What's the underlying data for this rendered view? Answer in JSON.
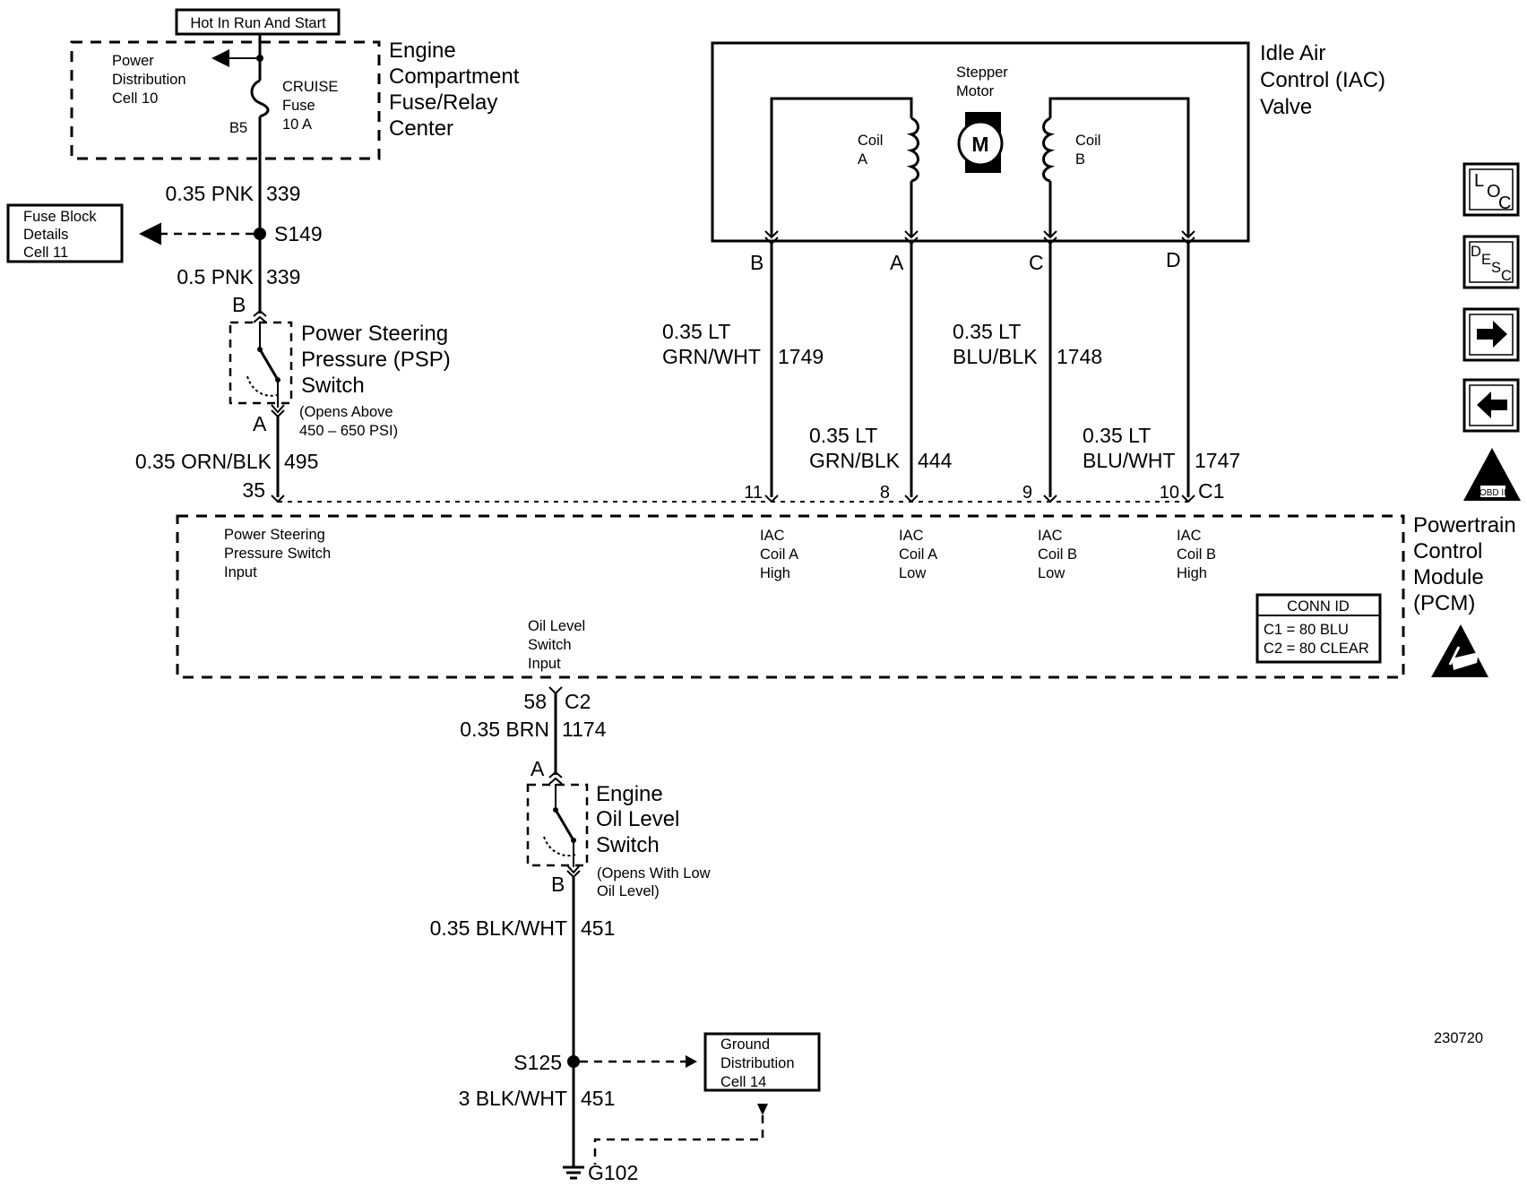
{
  "hot_label": "Hot In Run And Start",
  "fuse_center": {
    "title": [
      "Engine",
      "Compartment",
      "Fuse/Relay",
      "Center"
    ],
    "power_dist": [
      "Power",
      "Distribution",
      "Cell 10"
    ],
    "fuse": [
      "CRUISE",
      "Fuse",
      "10 A"
    ],
    "terminal": "B5"
  },
  "wire_top1": {
    "gauge": "0.35 PNK",
    "circuit": "339"
  },
  "splice_s149": "S149",
  "fuse_block": [
    "Fuse Block",
    "Details",
    "Cell 11"
  ],
  "wire_top2": {
    "gauge": "0.5 PNK",
    "circuit": "339"
  },
  "psp_switch": {
    "pin_top": "B",
    "pin_bottom": "A",
    "title": [
      "Power Steering",
      "Pressure (PSP)",
      "Switch"
    ],
    "note": [
      "(Opens Above",
      "450 – 650 PSI)"
    ]
  },
  "wire_psp": {
    "gauge": "0.35 ORN/BLK",
    "circuit": "495",
    "pin": "35"
  },
  "iac": {
    "title": [
      "Idle Air",
      "Control (IAC)",
      "Valve"
    ],
    "stepper": [
      "Stepper",
      "Motor"
    ],
    "motor_symbol": "M",
    "coil_a": [
      "Coil",
      "A"
    ],
    "coil_b": [
      "Coil",
      "B"
    ],
    "pins": [
      "B",
      "A",
      "C",
      "D"
    ]
  },
  "wire_1749": {
    "gauge1": "0.35 LT",
    "gauge2": "GRN/WHT",
    "circuit": "1749"
  },
  "wire_1748": {
    "gauge1": "0.35 LT",
    "gauge2": "BLU/BLK",
    "circuit": "1748"
  },
  "wire_444": {
    "gauge1": "0.35 LT",
    "gauge2": "GRN/BLK",
    "circuit": "444"
  },
  "wire_1747": {
    "gauge1": "0.35 LT",
    "gauge2": "BLU/WHT",
    "circuit": "1747"
  },
  "pcm_pins": [
    "11",
    "8",
    "9",
    "10"
  ],
  "conn_c1": "C1",
  "pcm": {
    "title": [
      "Powertrain",
      "Control",
      "Module",
      "(PCM)"
    ],
    "psp_input": [
      "Power Steering",
      "Pressure Switch",
      "Input"
    ],
    "iac_a_high": [
      "IAC",
      "Coil A",
      "High"
    ],
    "iac_a_low": [
      "IAC",
      "Coil A",
      "Low"
    ],
    "iac_b_low": [
      "IAC",
      "Coil B",
      "Low"
    ],
    "iac_b_high": [
      "IAC",
      "Coil B",
      "High"
    ],
    "oil_input": [
      "Oil Level",
      "Switch",
      "Input"
    ],
    "conn_id": {
      "title": "CONN ID",
      "c1": "C1 = 80 BLU",
      "c2": "C2 = 80 CLEAR"
    }
  },
  "wire_oil": {
    "pin": "58",
    "conn": "C2",
    "gauge": "0.35 BRN",
    "circuit": "1174"
  },
  "oil_switch": {
    "pin_top": "A",
    "pin_bottom": "B",
    "title": [
      "Engine",
      "Oil Level",
      "Switch"
    ],
    "note": [
      "(Opens With Low",
      "Oil Level)"
    ]
  },
  "wire_451a": {
    "gauge": "0.35 BLK/WHT",
    "circuit": "451"
  },
  "splice_s125": "S125",
  "ground_dist": [
    "Ground",
    "Distribution",
    "Cell 14"
  ],
  "wire_451b": {
    "gauge": "3 BLK/WHT",
    "circuit": "451"
  },
  "ground": "G102",
  "ref_number": "230720",
  "nav_icons": {
    "loc": [
      "L",
      "O",
      "C"
    ],
    "desc": [
      "D",
      "E",
      "S",
      "C"
    ],
    "obd": "OBD II"
  }
}
